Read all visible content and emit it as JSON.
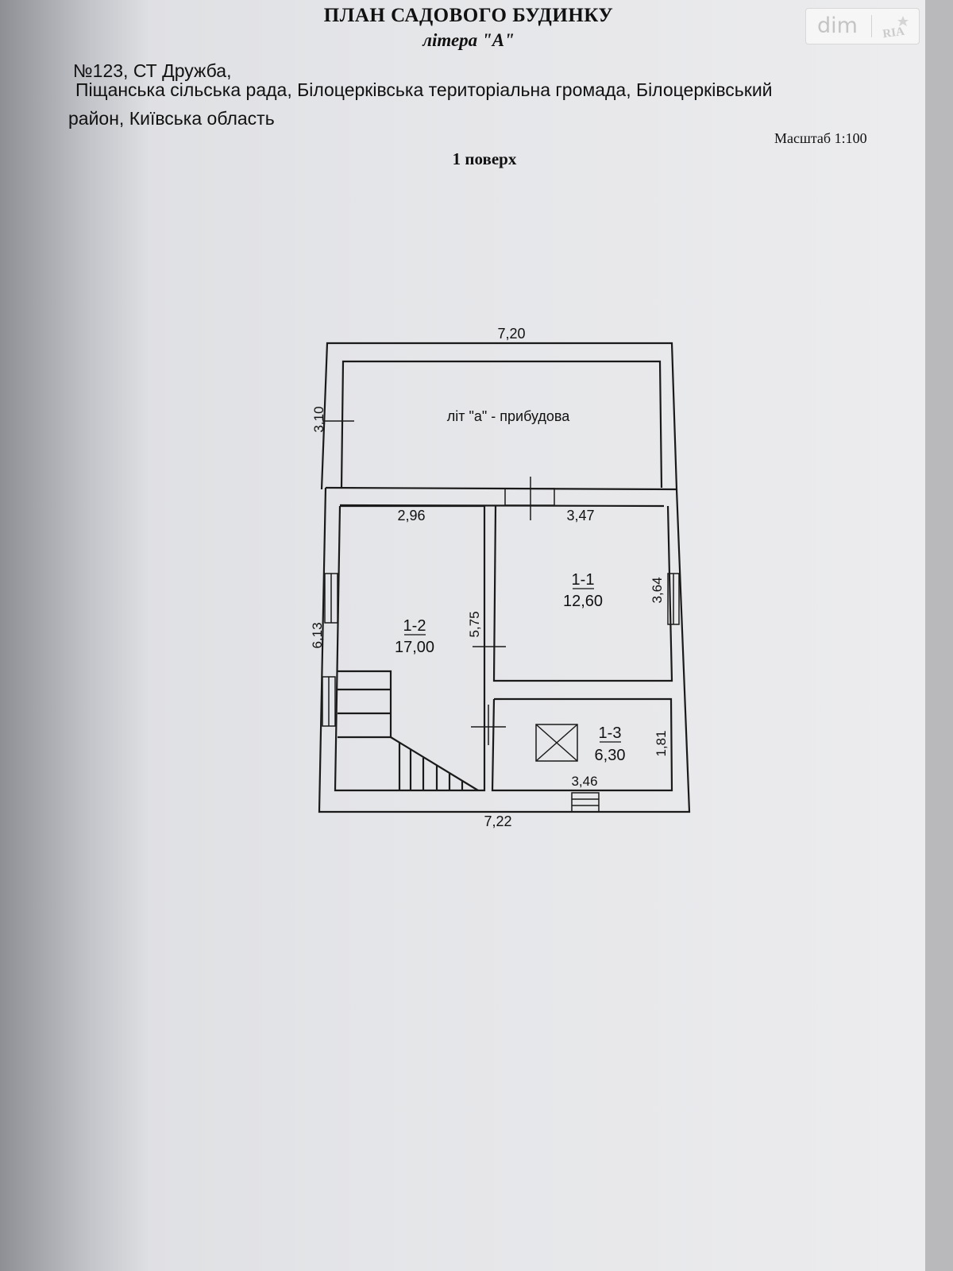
{
  "document": {
    "title": "ПЛАН САДОВОГО БУДИНКУ",
    "subtitle": "літера \"А\"",
    "address_line1": "№123, СТ Дружба,",
    "address_line2": "Піщанська сільська рада, Білоцерківська територіальна громада, Білоцерківський",
    "address_line3": "район, Київська область",
    "scale": "Масштаб 1:100",
    "floor": "1  поверх"
  },
  "plan": {
    "dim_top": "7,20",
    "dim_bottom": "7,22",
    "dim_left_annex": "3,10",
    "annex_label": "літ \"а\" - прибудова",
    "dim_room12_width": "2,96",
    "dim_room11_width": "3,47",
    "dim_left_main": "6,13",
    "dim_partition": "5,75",
    "dim_room11_height": "3,64",
    "dim_room13_height": "1,81",
    "dim_room13_width": "3,46",
    "rooms": [
      {
        "id": "1-1",
        "area": "12,60"
      },
      {
        "id": "1-2",
        "area": "17,00"
      },
      {
        "id": "1-3",
        "area": "6,30"
      }
    ]
  },
  "watermark": {
    "text": "dim",
    "logo": "RIA"
  }
}
